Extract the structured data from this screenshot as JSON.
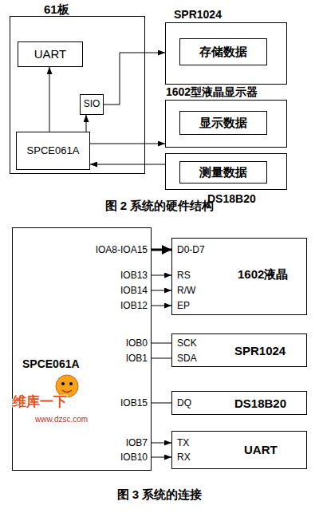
{
  "diagram": {
    "nodes": [
      {
        "text": [
          "61板"
        ]
      },
      {
        "text": [
          "UART"
        ],
        "in": 0
      },
      {
        "text": [
          "SIO"
        ],
        "in": 0
      },
      {
        "text": [
          "SPCE061A"
        ],
        "in": 0
      },
      {
        "text": [
          "SPR1024"
        ]
      },
      {
        "text": [
          "存储数据"
        ],
        "in": 4
      },
      {
        "text": [
          "1602型液晶显示器"
        ]
      },
      {
        "text": [
          "显示数据"
        ],
        "in": 6
      },
      {
        "text": [
          "DS18B20"
        ]
      },
      {
        "text": [
          "测量数据"
        ],
        "in": 8
      },
      {
        "text": [
          "SPCE061A"
        ]
      },
      {
        "text": [
          "1602液晶"
        ]
      },
      {
        "text": [
          "SPR1024"
        ]
      },
      {
        "text": [
          "DS18B20"
        ]
      },
      {
        "text": [
          "UART"
        ]
      }
    ],
    "edges": [
      {
        "from": 3,
        "to": 1,
        "arrow": "to"
      },
      {
        "from": 3,
        "to": 2,
        "arrow": "to"
      },
      {
        "from": 2,
        "to": 4,
        "arrow": "to"
      },
      {
        "from": 3,
        "to": 6,
        "arrow": "to"
      },
      {
        "from": 8,
        "to": 3,
        "arrow": "to"
      },
      {
        "from": 10,
        "to": 11,
        "arrow": "to"
      },
      {
        "from": 10,
        "to": 11,
        "arrow": "to"
      },
      {
        "from": 10,
        "to": 11,
        "arrow": "to"
      },
      {
        "from": 10,
        "to": 11,
        "arrow": "to"
      },
      {
        "from": 10,
        "to": 12,
        "arrow": "none"
      },
      {
        "from": 10,
        "to": 12,
        "arrow": "none"
      },
      {
        "from": 10,
        "to": 13,
        "arrow": "none"
      },
      {
        "from": 10,
        "to": 14,
        "arrow": "to"
      },
      {
        "from": 10,
        "to": 14,
        "arrow": "to"
      }
    ],
    "labels": [
      "IOA8-IOA15",
      "IOB13",
      "IOB14",
      "IOB12",
      "IOB0",
      "IOB1",
      "IOB15",
      "IOB7",
      "IOB10",
      "D0-D7",
      "RS",
      "R/W",
      "EP",
      "SCK",
      "SDA",
      "DQ",
      "TX",
      "RX",
      "图 2 系统的硬件结构",
      "图 3 系统的连接",
      "维库一下",
      "www.dzsc.com"
    ]
  }
}
